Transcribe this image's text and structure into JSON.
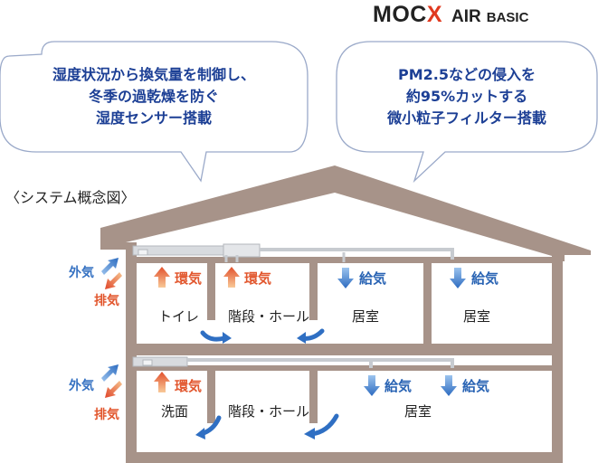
{
  "brand": {
    "mocx": "MOCX",
    "air": "AIR",
    "basic": "BASIC",
    "x_color": "#e0391f"
  },
  "bubbles": {
    "left": [
      "湿度状況から換気量を制御し、",
      "冬季の過乾燥を防ぐ",
      "湿度センサー搭載"
    ],
    "right": [
      "PM2.5などの侵入を",
      "約95%カットする",
      "微小粒子フィルター搭載"
    ]
  },
  "concept_label": "〈システム概念図〉",
  "upper": {
    "side": {
      "outdoor": "外気",
      "exhaust": "排気"
    },
    "flows": {
      "return_1": "環気",
      "return_2": "環気",
      "supply_1": "給気",
      "supply_2": "給気"
    },
    "rooms": [
      "トイレ",
      "階段・ホール",
      "居室",
      "居室"
    ]
  },
  "lower": {
    "side": {
      "outdoor": "外気",
      "exhaust": "排気"
    },
    "flows": {
      "return_1": "環気",
      "supply_1": "給気",
      "supply_2": "給気"
    },
    "rooms": [
      "洗面",
      "階段・ホール",
      "居室"
    ]
  },
  "colors": {
    "house": "#a79389",
    "text_blue": "#1c3f95",
    "exhaust": "#e2572e",
    "outdoor": "#3571c2",
    "duct": "#d8dbdf",
    "bubble_border": "#9aa9c9"
  }
}
